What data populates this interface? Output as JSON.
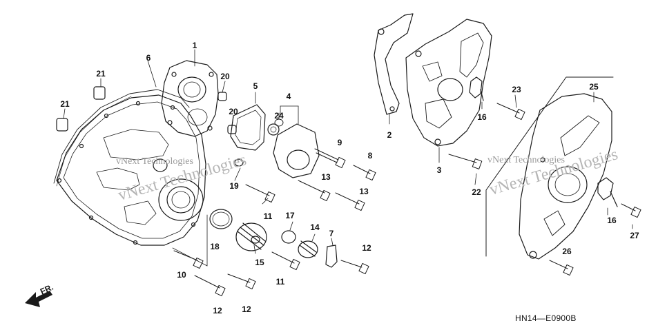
{
  "diagram": {
    "code": "HN14—E0900B",
    "direction_label": "FR.",
    "watermark": "vNext Technologies",
    "labels": {
      "l1": "1",
      "l2": "2",
      "l3": "3",
      "l4": "4",
      "l5": "5",
      "l6": "6",
      "l7": "7",
      "l8": "8",
      "l9": "9",
      "l10": "10",
      "l11a": "11",
      "l11b": "11",
      "l12a": "12",
      "l12b": "12",
      "l12c": "12",
      "l13a": "13",
      "l13b": "13",
      "l14": "14",
      "l15": "15",
      "l16a": "16",
      "l16b": "16",
      "l17": "17",
      "l18": "18",
      "l19": "19",
      "l20a": "20",
      "l20b": "20",
      "l21a": "21",
      "l21b": "21",
      "l22": "22",
      "l23": "23",
      "l24": "24",
      "l25": "25",
      "l26": "26",
      "l27": "27"
    }
  }
}
